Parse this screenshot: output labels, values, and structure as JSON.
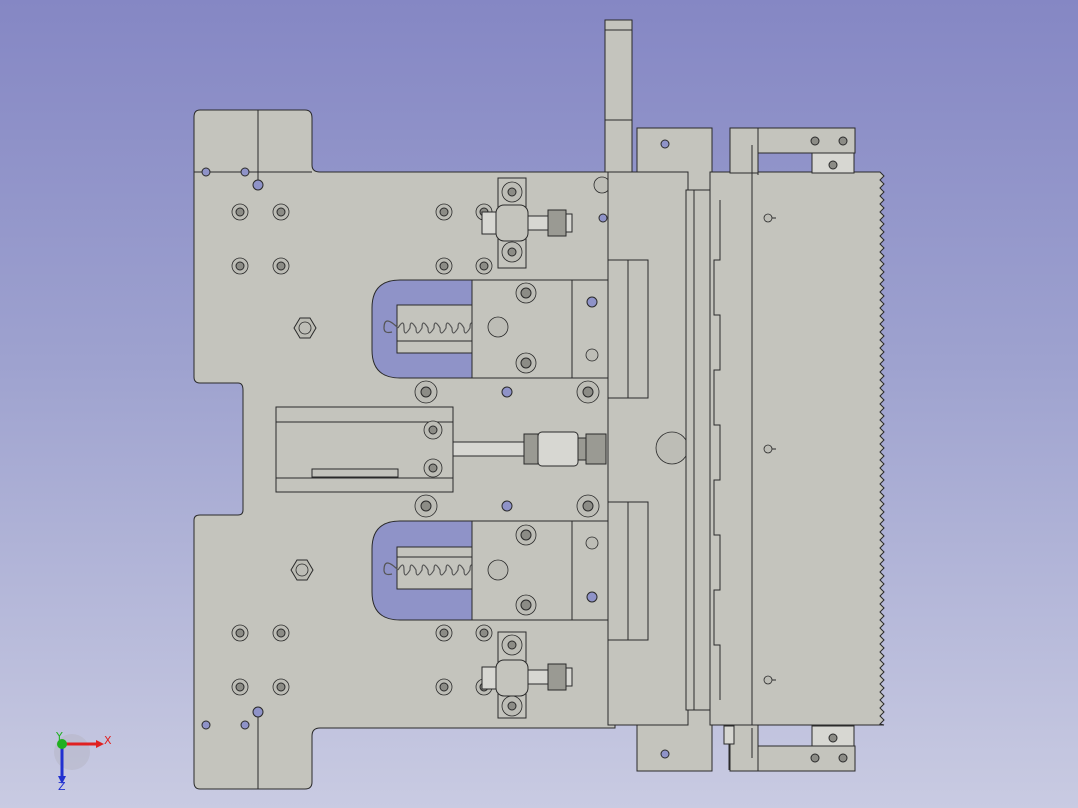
{
  "view": {
    "background_top": "#8587c4",
    "background_bottom": "#c9cbe2",
    "part_color": "#c4c4bd"
  },
  "axis_triad": {
    "x_label": "X",
    "y_label": "Y",
    "z_label": "Z",
    "x_color": "#e02020",
    "y_color": "#20b020",
    "z_color": "#2030d0"
  }
}
